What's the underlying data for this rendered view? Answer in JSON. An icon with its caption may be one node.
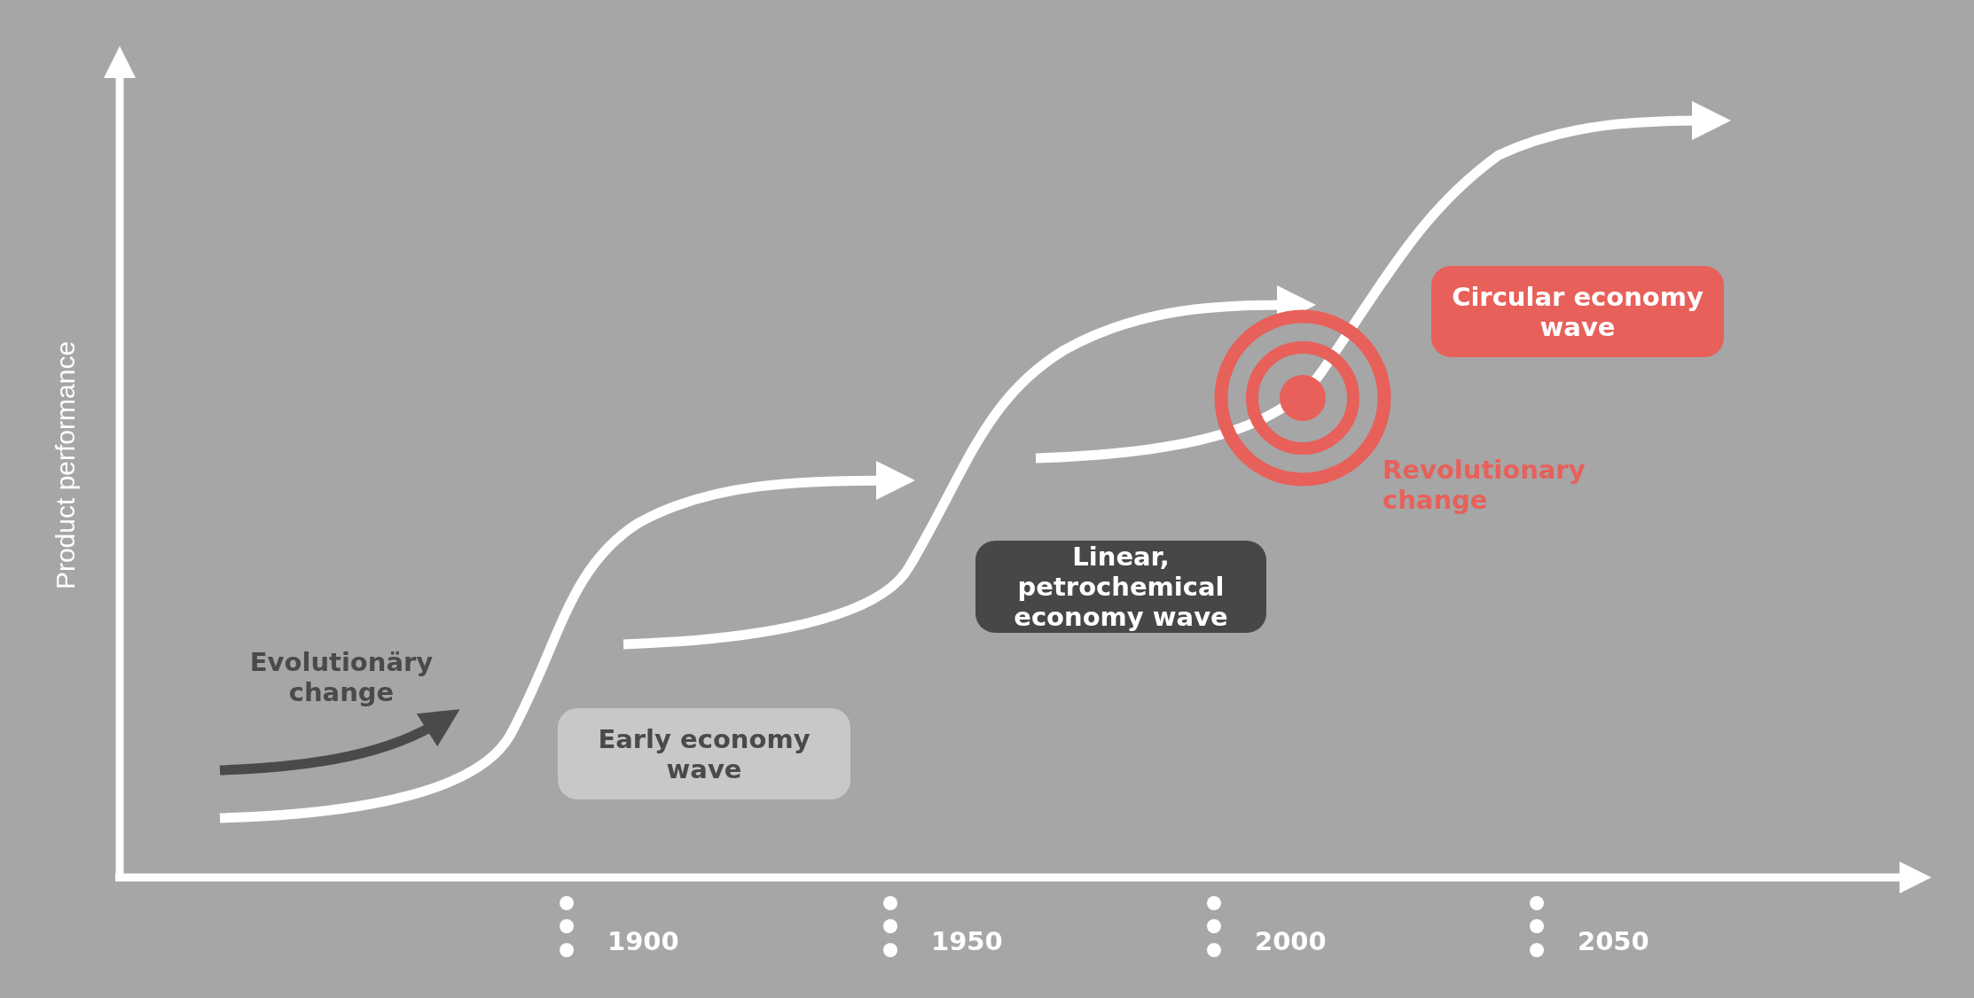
{
  "diagram": {
    "nodes": [
      {
        "text": [
          "Early economy wave"
        ]
      },
      {
        "text": [
          "Linear, petrochemical economy wave"
        ]
      },
      {
        "text": [
          "Circular economy wave"
        ]
      }
    ],
    "labels": [
      "Product performance",
      "Evolutionäry change",
      "Revolutionary change",
      "1900",
      "1950",
      "2000",
      "2050"
    ]
  }
}
